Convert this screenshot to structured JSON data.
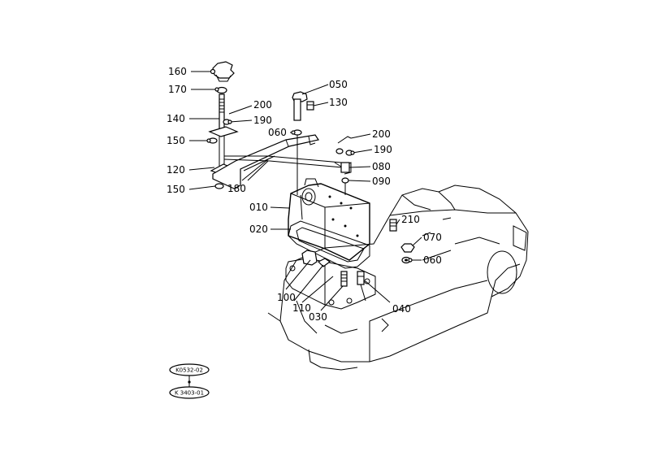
{
  "callouts": [
    {
      "id": "160",
      "label": "160"
    },
    {
      "id": "170",
      "label": "170"
    },
    {
      "id": "140",
      "label": "140"
    },
    {
      "id": "150a",
      "label": "150"
    },
    {
      "id": "120",
      "label": "120"
    },
    {
      "id": "150b",
      "label": "150"
    },
    {
      "id": "200a",
      "label": "200"
    },
    {
      "id": "190a",
      "label": "190"
    },
    {
      "id": "180",
      "label": "180"
    },
    {
      "id": "050",
      "label": "050"
    },
    {
      "id": "130",
      "label": "130"
    },
    {
      "id": "060a",
      "label": "060"
    },
    {
      "id": "200b",
      "label": "200"
    },
    {
      "id": "190b",
      "label": "190"
    },
    {
      "id": "080",
      "label": "080"
    },
    {
      "id": "090",
      "label": "090"
    },
    {
      "id": "010",
      "label": "010"
    },
    {
      "id": "020",
      "label": "020"
    },
    {
      "id": "210",
      "label": "210"
    },
    {
      "id": "070",
      "label": "070"
    },
    {
      "id": "060b",
      "label": "060"
    },
    {
      "id": "100",
      "label": "100"
    },
    {
      "id": "110",
      "label": "110"
    },
    {
      "id": "030",
      "label": "030"
    },
    {
      "id": "040",
      "label": "040"
    }
  ],
  "reference_codes": {
    "top": "K0532-02",
    "bottom": "K 3403-01"
  }
}
